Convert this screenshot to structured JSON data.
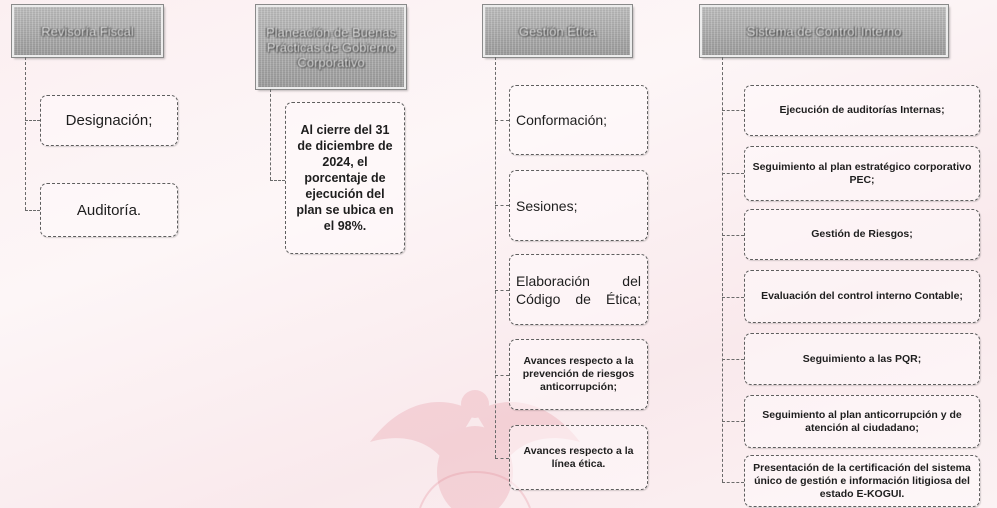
{
  "columns": [
    {
      "header": "Revisoría Fiscal",
      "items": [
        "Designación;",
        "Auditoría."
      ]
    },
    {
      "header": "Planeación de Buenas Prácticas de Gobierno Corporativo",
      "items": [
        "Al cierre del 31 de diciembre de 2024, el porcentaje de ejecución del plan se ubica en el 98%."
      ]
    },
    {
      "header": "Gestión Ética",
      "items": [
        "Conformación;",
        "Sesiones;",
        "Elaboración del Código de Ética;",
        "Avances respecto a la prevención de riesgos anticorrupción;",
        "Avances respecto a la línea ética."
      ]
    },
    {
      "header": "Sistema de Control Interno",
      "items": [
        "Ejecución de auditorías Internas;",
        "Seguimiento al plan estratégico corporativo PEC;",
        "Gestión de Riesgos;",
        "Evaluación del control interno Contable;",
        "Seguimiento a las PQR;",
        "Seguimiento al plan anticorrupción y de atención al ciudadano;",
        "Presentación de la certificación del sistema único de gestión e información litigiosa del estado E-KOGUI."
      ]
    }
  ],
  "colors": {
    "background": "#fbeff1",
    "header": "#a8a8a8",
    "border": "#5e5e5e",
    "watermark": "#e9a3ad"
  }
}
